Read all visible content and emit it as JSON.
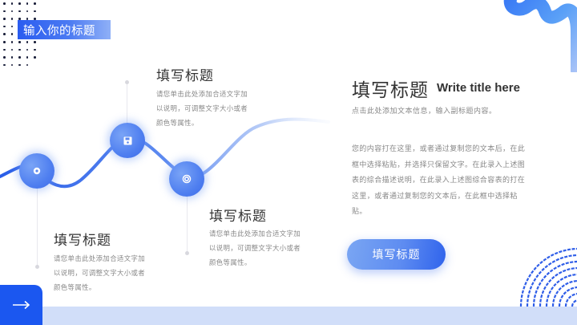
{
  "header": {
    "title": "输入你的标题"
  },
  "timeline": {
    "nodes": [
      {
        "icon": "disc-icon",
        "title": "填写标题",
        "text": "请您单击此处添加合适文字加以说明，可调整文字大小或者颜色等属性。"
      },
      {
        "icon": "floppy-disk-icon",
        "title": "填写标题",
        "text": "请您单击此处添加合适文字加以说明，可调整文字大小或者颜色等属性。"
      },
      {
        "icon": "cd-icon",
        "title": "填写标题",
        "text": "请您单击此处添加合适文字加以说明，可调整文字大小或者颜色等属性。"
      }
    ]
  },
  "main": {
    "title": "填写标题",
    "title_en": "Write title here",
    "subtitle": "点击此处添加文本信息，输入副标题内容。",
    "body": "您的内容打在这里，或者通过复制您的文本后，在此框中选择粘贴，并选择只保留文字。在此录入上述图表的综合描述说明，在此录入上述图综合容表的打在这里，或者通过复制您的文本后，在此框中选择粘贴。",
    "button_label": "填写标题"
  },
  "nav": {
    "next_icon": "arrow-right-icon"
  },
  "colors": {
    "accent": "#1b57f0",
    "node": "#4f7ff0",
    "band": "#d1def9"
  }
}
